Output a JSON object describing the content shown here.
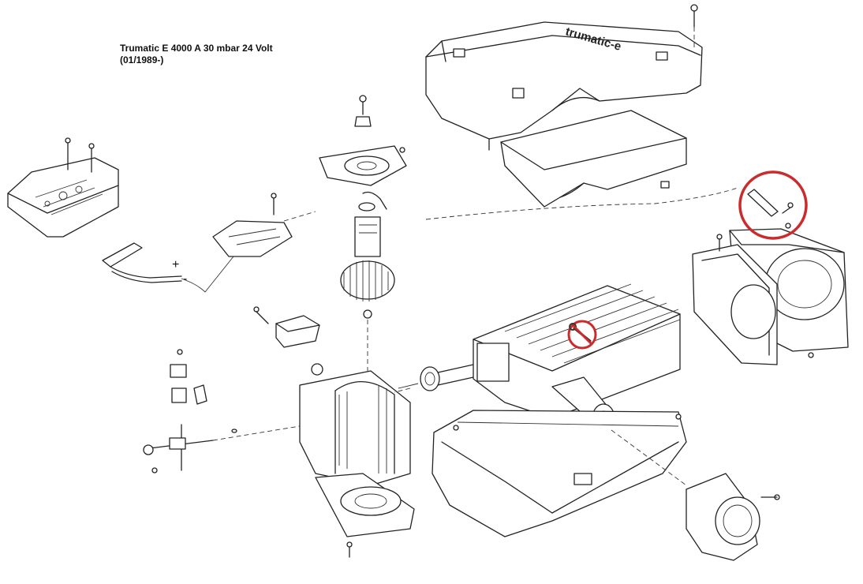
{
  "title": {
    "line1": "Trumatic E 4000 A 30 mbar 24 Volt",
    "line2": "(01/1989-)"
  },
  "labels": {
    "plus": "+",
    "minus": "-",
    "cover_brand": "trumatic-e"
  },
  "colors": {
    "highlight_circle": "#cc2b2b",
    "wrench_circle": "#cc2b2b"
  }
}
